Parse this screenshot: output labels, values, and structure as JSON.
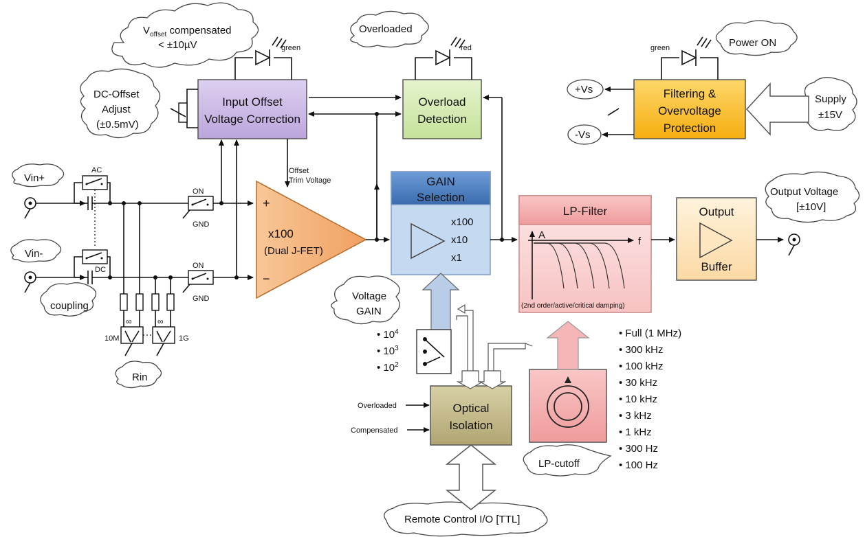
{
  "clouds": {
    "voffset_main": "V",
    "voffset_sub": "offset",
    "voffset_rest": " compensated",
    "voffset_line2": "< ±10µV",
    "overloaded": "Overloaded",
    "power_on": "Power ON",
    "dc_offset_l1": "DC-Offset",
    "dc_offset_l2": "Adjust",
    "dc_offset_l3": "(±0.5mV)",
    "vin_plus": "Vin+",
    "vin_minus": "Vin-",
    "coupling": "coupling",
    "rin": "Rin",
    "voltage_gain_l1": "Voltage",
    "voltage_gain_l2": "GAIN",
    "output_voltage_l1": "Output Voltage",
    "output_voltage_l2": "[±10V]",
    "supply_l1": "Supply",
    "supply_l2": "±15V",
    "plus_vs": "+Vs",
    "minus_vs": "-Vs",
    "lp_cutoff": "LP-cutoff",
    "remote": "Remote Control I/O [TTL]"
  },
  "blocks": {
    "input_offset_l1": "Input Offset",
    "input_offset_l2": "Voltage Correction",
    "overload_l1": "Overload",
    "overload_l2": "Detection",
    "filtering_l1": "Filtering &",
    "filtering_l2": "Overvoltage",
    "filtering_l3": "Protection",
    "gain_title_l1": "GAIN",
    "gain_title_l2": "Selection",
    "gain_opts": [
      "x100",
      "x10",
      "x1"
    ],
    "lp_title": "LP-Filter",
    "lp_axis_a": "A",
    "lp_axis_f": "f",
    "lp_note": "(2nd order/active/critical damping)",
    "output_l1": "Output",
    "output_l2": "Buffer",
    "amp_l1": "x100",
    "amp_l2": "(Dual J-FET)",
    "amp_plus": "+",
    "amp_minus": "−",
    "optical_l1": "Optical",
    "optical_l2": "Isolation"
  },
  "labels": {
    "led_green_1": "green",
    "led_red": "red",
    "led_green_2": "green",
    "ac": "AC",
    "dc": "DC",
    "on_1": "ON",
    "gnd_1": "GND",
    "on_2": "ON",
    "gnd_2": "GND",
    "offset_trim_l1": "Offset",
    "offset_trim_l2": "Trim Voltage",
    "r10m": "10M",
    "r1g": "1G",
    "overloaded_in": "Overloaded",
    "compensated_in": "Compensated"
  },
  "gain_values": [
    {
      "base": "10",
      "exp": "4"
    },
    {
      "base": "10",
      "exp": "3"
    },
    {
      "base": "10",
      "exp": "2"
    }
  ],
  "cutoffs": [
    "Full (1 MHz)",
    "300 kHz",
    "100 kHz",
    "30 kHz",
    "10 kHz",
    "3 kHz",
    "1 kHz",
    "300 Hz",
    "100 Hz"
  ],
  "colors": {
    "purple": "#c9b6e4",
    "green": "#d6ecb4",
    "orange_amp": "#f5b47c",
    "blue_body": "#c5d9f1",
    "blue_head": "#4f81bd",
    "pink_body": "#fbdada",
    "pink_head": "#f2a8a8",
    "output": "#fde6c0",
    "yellow": "#fbc22c",
    "optical": "#c8be8d",
    "arrow_blue": "#b9cde8",
    "arrow_pink": "#f4b6b6"
  }
}
